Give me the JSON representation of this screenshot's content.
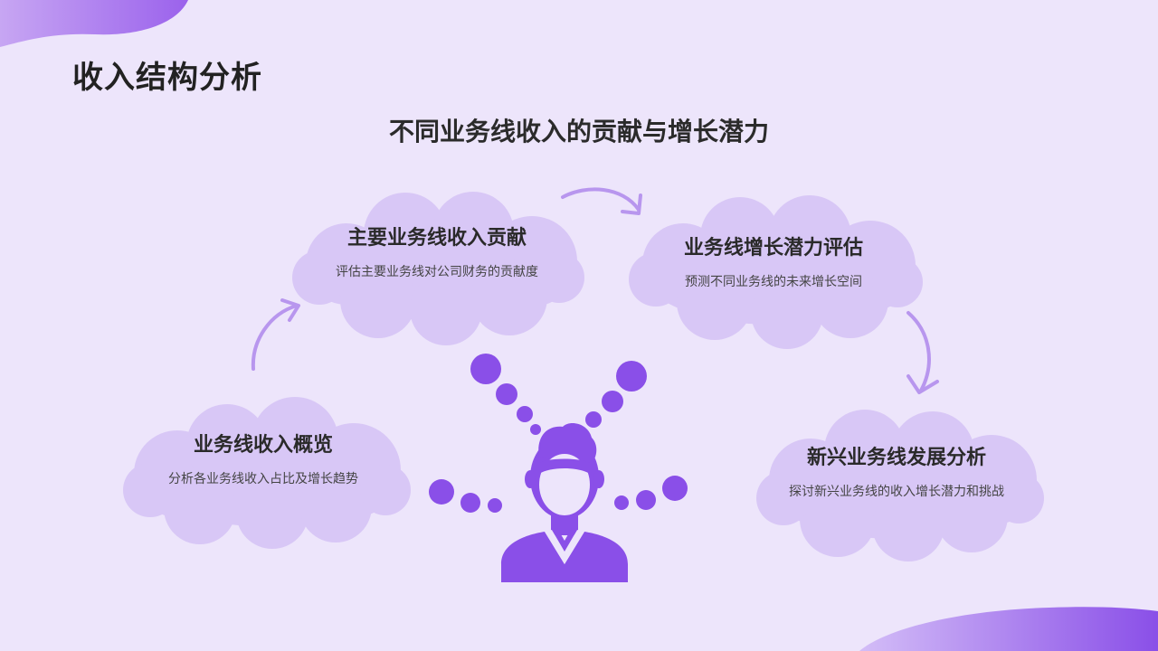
{
  "page": {
    "title": "收入结构分析",
    "subtitle": "不同业务线收入的贡献与增长潜力"
  },
  "colors": {
    "background": "#ede5fb",
    "cloud": "#d8c7f6",
    "accent": "#8a4fe8",
    "arrow": "#b896ee"
  },
  "clouds": [
    {
      "title": "业务线收入概览",
      "desc": "分析各业务线收入占比及增长趋势"
    },
    {
      "title": "主要业务线收入贡献",
      "desc": "评估主要业务线对公司财务的贡献度"
    },
    {
      "title": "业务线增长潜力评估",
      "desc": "预测不同业务线的未来增长空间"
    },
    {
      "title": "新兴业务线发展分析",
      "desc": "探讨新兴业务线的收入增长潜力和挑战"
    }
  ],
  "icons": {
    "thinker": "person-thinking-icon",
    "flow_arrow": "curved-arrow-icon"
  }
}
